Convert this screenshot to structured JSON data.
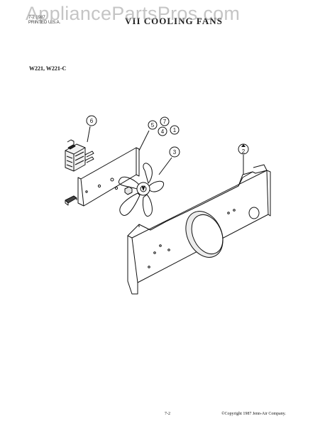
{
  "watermark": "AppliancePartsPros.com",
  "header": {
    "ref_line1": "7-2 1987",
    "ref_line2": "PRINTED U.S.A.",
    "title": "VII COOLING FANS"
  },
  "model_label": "W221, W221-C",
  "callouts": [
    "6",
    "5",
    "7",
    "4",
    "1",
    "3",
    "2"
  ],
  "footer": {
    "page_number": "7-2",
    "copyright": "©Copyright 1987 Jenn-Air Company."
  }
}
